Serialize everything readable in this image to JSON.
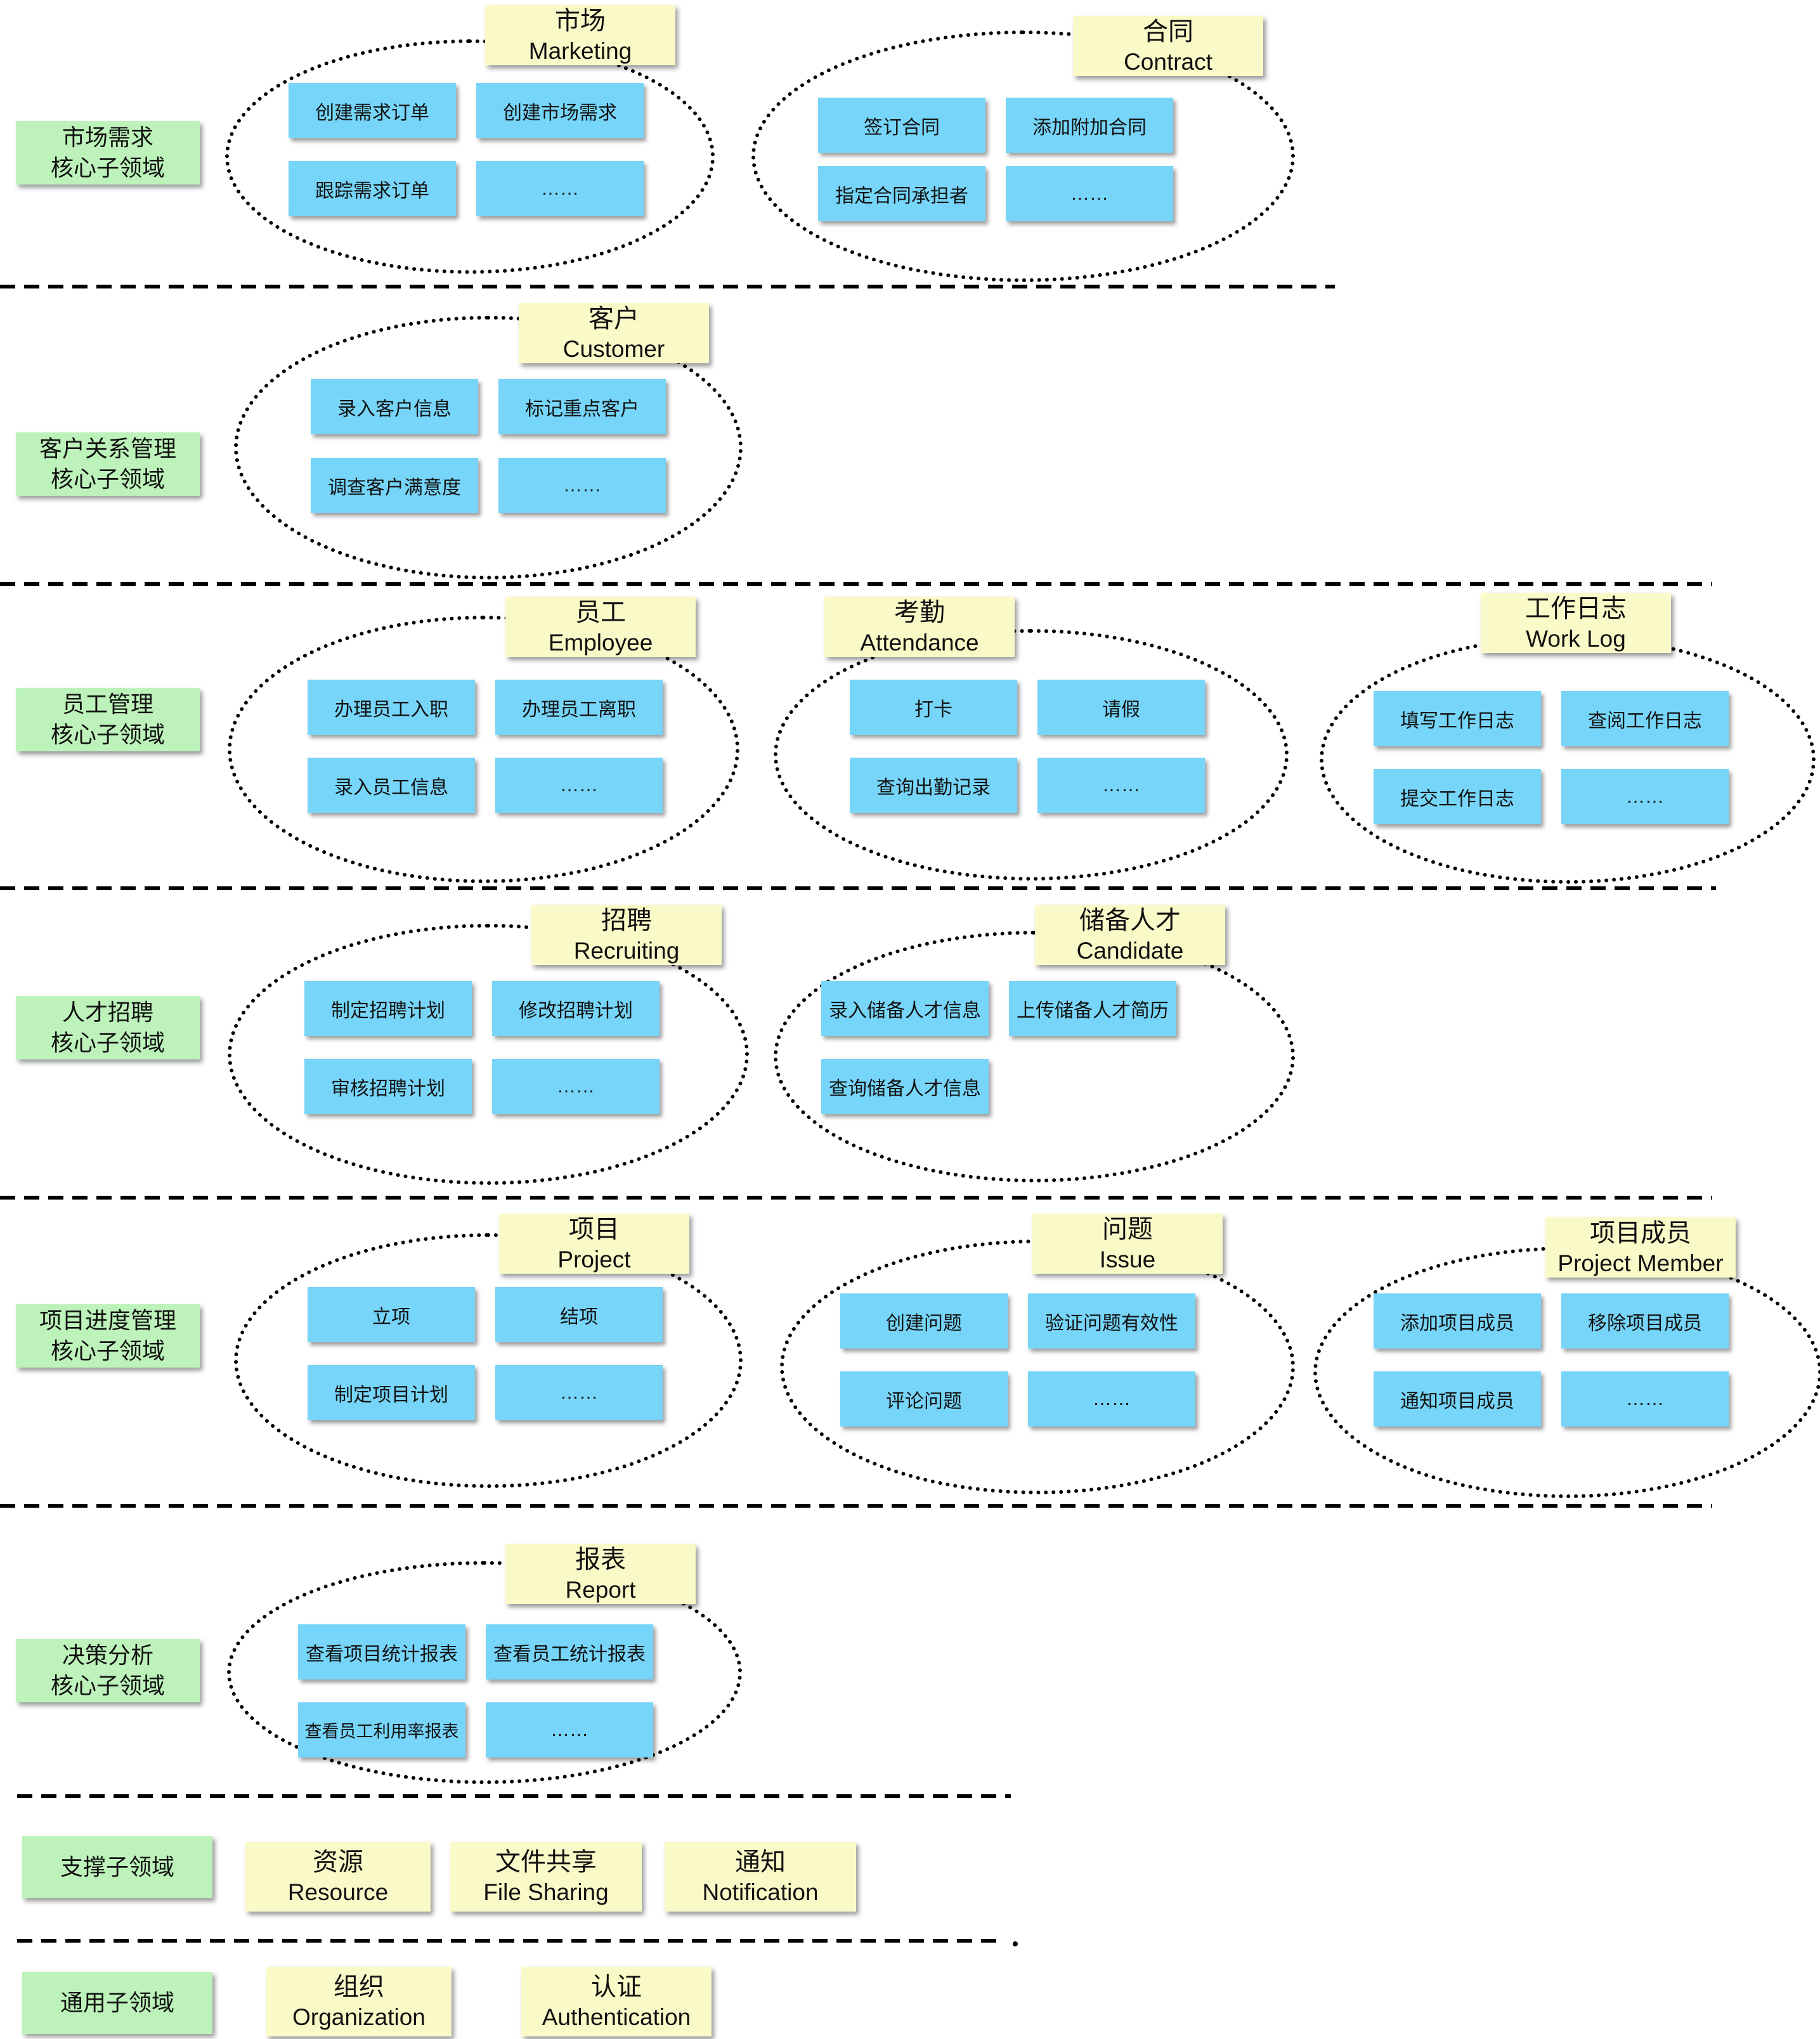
{
  "colors": {
    "green": "#bdf3ba",
    "yellow": "#fafac8",
    "blue": "#76d5f8"
  },
  "bands": [
    {
      "label": [
        "市场需求",
        "核心子领域"
      ],
      "groups": [
        {
          "zh": "市场",
          "en": "Marketing",
          "boxes": [
            "创建需求订单",
            "创建市场需求",
            "跟踪需求订单",
            "……"
          ]
        },
        {
          "zh": "合同",
          "en": "Contract",
          "boxes": [
            "签订合同",
            "添加附加合同",
            "指定合同承担者",
            "……"
          ]
        }
      ]
    },
    {
      "label": [
        "客户关系管理",
        "核心子领域"
      ],
      "groups": [
        {
          "zh": "客户",
          "en": "Customer",
          "boxes": [
            "录入客户信息",
            "标记重点客户",
            "调查客户满意度",
            "……"
          ]
        }
      ]
    },
    {
      "label": [
        "员工管理",
        "核心子领域"
      ],
      "groups": [
        {
          "zh": "员工",
          "en": "Employee",
          "boxes": [
            "办理员工入职",
            "办理员工离职",
            "录入员工信息",
            "……"
          ]
        },
        {
          "zh": "考勤",
          "en": "Attendance",
          "boxes": [
            "打卡",
            "请假",
            "查询出勤记录",
            "……"
          ]
        },
        {
          "zh": "工作日志",
          "en": "Work Log",
          "boxes": [
            "填写工作日志",
            "查阅工作日志",
            "提交工作日志",
            "……"
          ]
        }
      ]
    },
    {
      "label": [
        "人才招聘",
        "核心子领域"
      ],
      "groups": [
        {
          "zh": "招聘",
          "en": "Recruiting",
          "boxes": [
            "制定招聘计划",
            "修改招聘计划",
            "审核招聘计划",
            "……"
          ]
        },
        {
          "zh": "储备人才",
          "en": "Candidate",
          "boxes": [
            "录入储备人才信息",
            "上传储备人才简历",
            "查询储备人才信息"
          ]
        }
      ]
    },
    {
      "label": [
        "项目进度管理",
        "核心子领域"
      ],
      "groups": [
        {
          "zh": "项目",
          "en": "Project",
          "boxes": [
            "立项",
            "结项",
            "制定项目计划",
            "……"
          ]
        },
        {
          "zh": "问题",
          "en": "Issue",
          "boxes": [
            "创建问题",
            "验证问题有效性",
            "评论问题",
            "……"
          ]
        },
        {
          "zh": "项目成员",
          "en": "Project Member",
          "boxes": [
            "添加项目成员",
            "移除项目成员",
            "通知项目成员",
            "……"
          ]
        }
      ]
    },
    {
      "label": [
        "决策分析",
        "核心子领域"
      ],
      "groups": [
        {
          "zh": "报表",
          "en": "Report",
          "boxes": [
            "查看项目统计报表",
            "查看员工统计报表",
            "查看员工利用率报表",
            "……"
          ]
        }
      ]
    }
  ],
  "support": {
    "label": "支撑子领域",
    "items": [
      {
        "zh": "资源",
        "en": "Resource"
      },
      {
        "zh": "文件共享",
        "en": "File Sharing"
      },
      {
        "zh": "通知",
        "en": "Notification"
      }
    ]
  },
  "generic": {
    "label": "通用子领域",
    "items": [
      {
        "zh": "组织",
        "en": "Organization"
      },
      {
        "zh": "认证",
        "en": "Authentication"
      }
    ]
  }
}
